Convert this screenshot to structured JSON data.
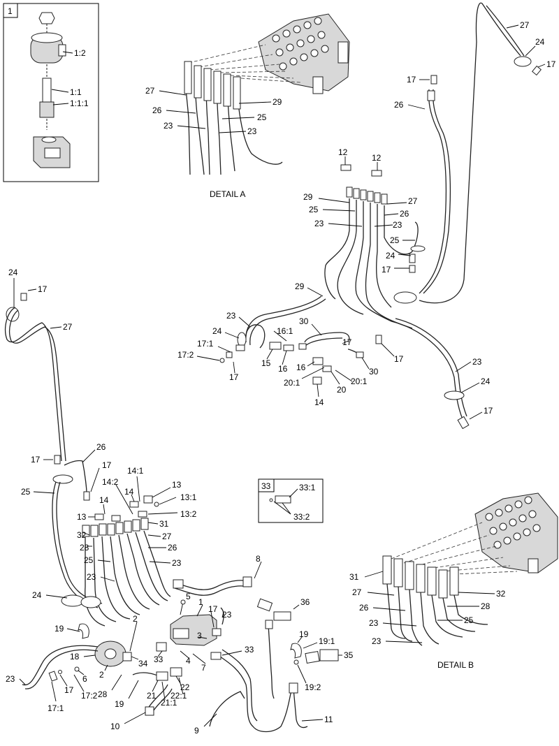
{
  "diagram": {
    "detail_a_caption": "DETAIL A",
    "detail_b_caption": "DETAIL B",
    "inset_1_tag": "1",
    "inset_33_tag": "33",
    "callouts": {
      "inset1": [
        "1:2",
        "1:1",
        "1:1:1"
      ],
      "detailA": [
        "27",
        "26",
        "23",
        "29",
        "25",
        "23"
      ],
      "topRight": [
        "27",
        "24",
        "17",
        "17",
        "26"
      ],
      "midRight": [
        "12",
        "12",
        "29",
        "25",
        "23",
        "27",
        "26",
        "23",
        "25",
        "24",
        "17",
        "29",
        "23",
        "24",
        "16:1",
        "30",
        "17:1",
        "17:2",
        "17",
        "17",
        "15",
        "16",
        "16",
        "20:1",
        "20",
        "20:1",
        "30",
        "17",
        "14",
        "23",
        "24",
        "17"
      ],
      "leftColumn": [
        "24",
        "17",
        "27",
        "17",
        "26",
        "17",
        "25"
      ],
      "manifold": [
        "14:1",
        "13",
        "14:2",
        "14",
        "13:1",
        "14",
        "13",
        "13:2",
        "31",
        "32",
        "27",
        "28",
        "26",
        "25",
        "23",
        "23"
      ],
      "inset33": [
        "33:1",
        "33:2"
      ],
      "detailB": [
        "31",
        "32",
        "27",
        "28",
        "26",
        "25",
        "23",
        "23"
      ],
      "bottom": [
        "8",
        "5",
        "1",
        "17",
        "23",
        "24",
        "19",
        "36",
        "2",
        "3",
        "33",
        "19",
        "19:1",
        "35",
        "18",
        "34",
        "33",
        "4",
        "7",
        "2",
        "6",
        "23",
        "17",
        "17:1",
        "17:2",
        "28",
        "19",
        "21",
        "22",
        "21:1",
        "22:1",
        "19:2",
        "10",
        "9",
        "11"
      ]
    }
  }
}
